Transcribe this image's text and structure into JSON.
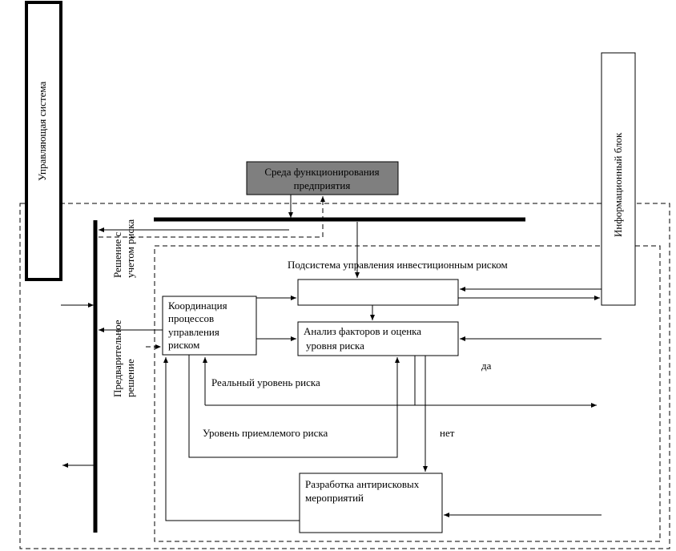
{
  "blocks": {
    "control_system": "Управляющая система",
    "info_block": "Информационный блок",
    "environment_line1": "Среда функционирования",
    "environment_line2": "предприятия",
    "subsystem_title": "Подсистема управления инвестиционным риском",
    "coordination_line1": "Координация",
    "coordination_line2": "процессов",
    "coordination_line3": "управления",
    "coordination_line4": "риском",
    "analysis_line1": "Анализ факторов и оценка",
    "analysis_line2": "уровня риска",
    "measures_line1": "Разработка антирисковых",
    "measures_line2": "мероприятий"
  },
  "labels": {
    "decision_risk_line1": "Решение с",
    "decision_risk_line2": "учетом риска",
    "preliminary_line1": "Предварительное",
    "preliminary_line2": "решение",
    "real_risk": "Реальный уровень риска",
    "acceptable_risk": "Уровень приемлемого риска",
    "yes": "да",
    "no": "нет"
  },
  "colors": {
    "environment_fill": "#7f7f7f"
  }
}
